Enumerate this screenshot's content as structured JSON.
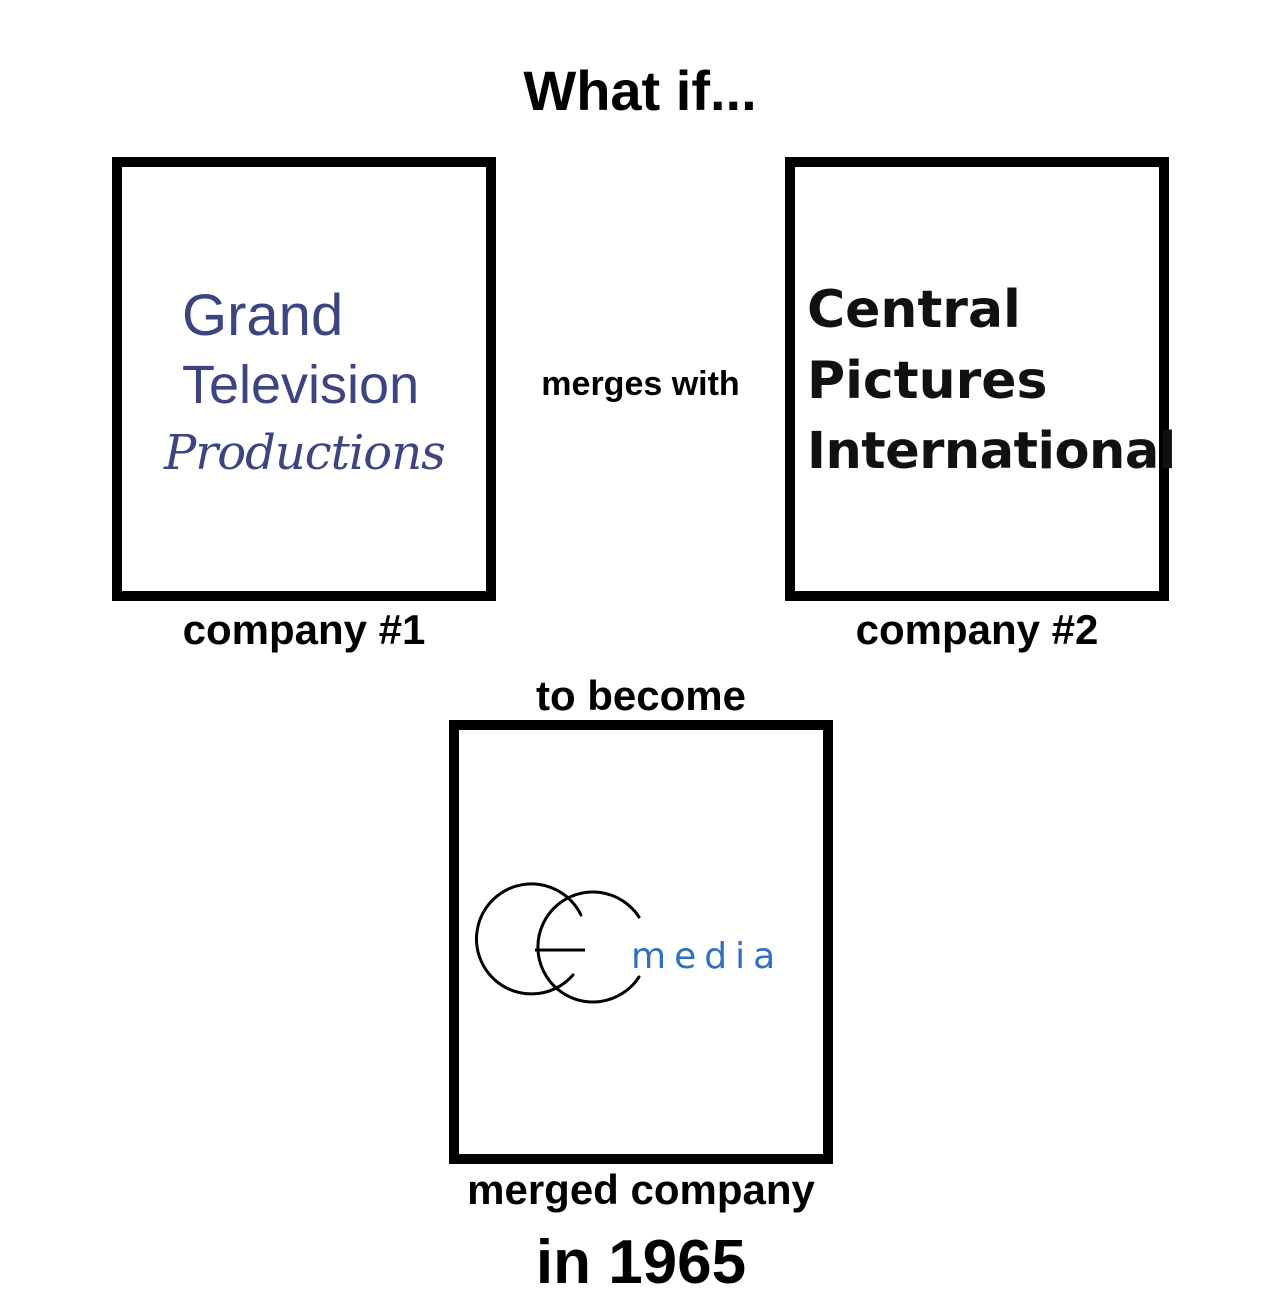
{
  "header": {
    "title": "What if..."
  },
  "company1": {
    "caption": "company #1",
    "logo": {
      "line1": "Grand",
      "line2": "Television",
      "line3": "Productions",
      "color": "#3c4482"
    }
  },
  "connector": {
    "merges_with": "merges with",
    "to_become": "to become"
  },
  "company2": {
    "caption": "company #2",
    "logo": {
      "line1": "Central",
      "line2": "Pictures",
      "line3": "International",
      "color": "#111111"
    }
  },
  "merged": {
    "caption": "merged company",
    "year_text": "in 1965",
    "logo": {
      "word": "media",
      "icon": "go-monogram-icon",
      "word_color": "#2f6fc4",
      "mark_color": "#000000"
    }
  }
}
